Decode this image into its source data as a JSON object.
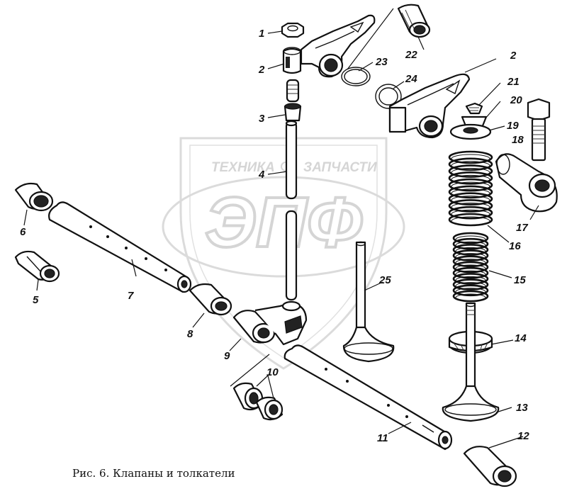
{
  "watermark": {
    "top_text_left": "ТЕХНИКА",
    "top_text_right": "ЗАПЧАСТИ",
    "logo": "ЭПФ"
  },
  "caption": "Рис. 6. Клапаны и толкатели",
  "labels": [
    {
      "id": "l1",
      "text": "1"
    },
    {
      "id": "l2a",
      "text": "2"
    },
    {
      "id": "l2b",
      "text": "2"
    },
    {
      "id": "l3",
      "text": "3"
    },
    {
      "id": "l4",
      "text": "4"
    },
    {
      "id": "l5",
      "text": "5"
    },
    {
      "id": "l6",
      "text": "6"
    },
    {
      "id": "l7",
      "text": "7"
    },
    {
      "id": "l8",
      "text": "8"
    },
    {
      "id": "l9",
      "text": "9"
    },
    {
      "id": "l10",
      "text": "10"
    },
    {
      "id": "l11",
      "text": "11"
    },
    {
      "id": "l12",
      "text": "12"
    },
    {
      "id": "l13",
      "text": "13"
    },
    {
      "id": "l14",
      "text": "14"
    },
    {
      "id": "l15",
      "text": "15"
    },
    {
      "id": "l16",
      "text": "16"
    },
    {
      "id": "l17",
      "text": "17"
    },
    {
      "id": "l18",
      "text": "18"
    },
    {
      "id": "l19",
      "text": "19"
    },
    {
      "id": "l20",
      "text": "20"
    },
    {
      "id": "l21",
      "text": "21"
    },
    {
      "id": "l22",
      "text": "22"
    },
    {
      "id": "l23",
      "text": "23"
    },
    {
      "id": "l24",
      "text": "24"
    },
    {
      "id": "l25",
      "text": "25"
    }
  ]
}
